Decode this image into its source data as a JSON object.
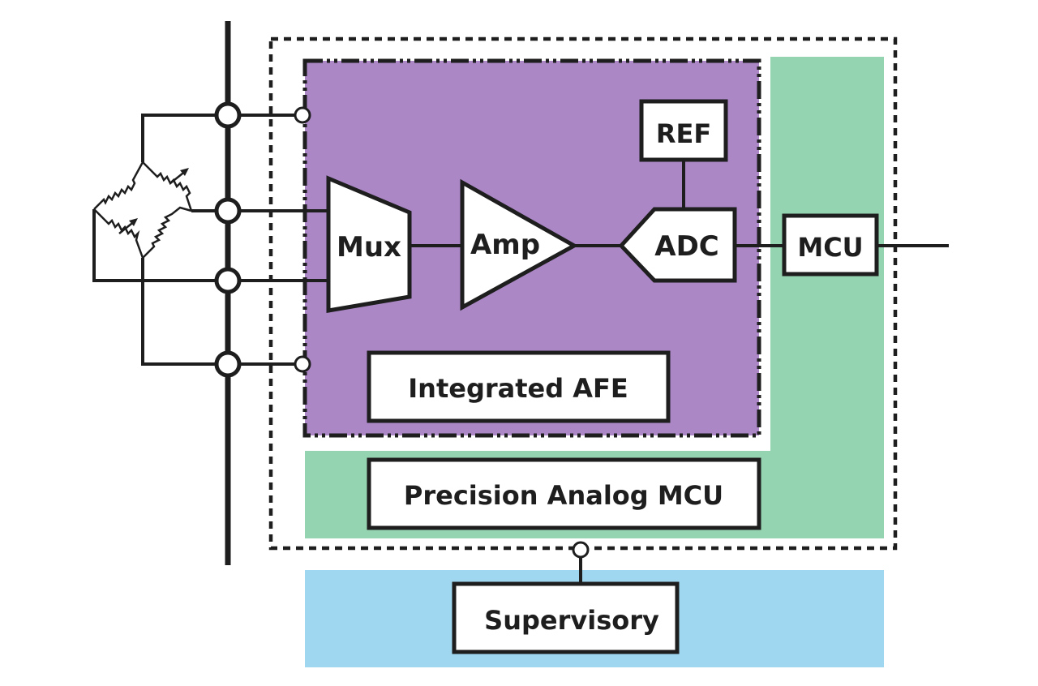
{
  "diagram": {
    "title": "",
    "colors": {
      "afe_region": "#ab87c6",
      "mcu_region": "#95d4b1",
      "supervisory_region": "#a0d7f0",
      "stroke": "#1e1e1e",
      "block_fill": "#ffffff"
    },
    "sensor": {
      "name": "Resistive bridge sensor (Wheatstone bridge with variable resistors)",
      "terminal_count": 4
    },
    "regions": {
      "system_boundary": "dashed outline",
      "afe": {
        "label": "Integrated AFE",
        "border": "dash-dot"
      },
      "precision_mcu": {
        "label": "Precision Analog MCU"
      },
      "supervisory": {
        "label": "Supervisory"
      }
    },
    "blocks": {
      "mux": "Mux",
      "amp": "Amp",
      "adc": "ADC",
      "ref": "REF",
      "mcu": "MCU"
    },
    "connections": [
      {
        "from": "Bridge Sensor",
        "to": "Mux"
      },
      {
        "from": "Mux",
        "to": "Amp"
      },
      {
        "from": "Amp",
        "to": "ADC"
      },
      {
        "from": "REF",
        "to": "ADC"
      },
      {
        "from": "ADC",
        "to": "MCU"
      },
      {
        "from": "MCU",
        "to": "Output"
      },
      {
        "from": "System Boundary",
        "to": "Supervisory"
      }
    ]
  }
}
